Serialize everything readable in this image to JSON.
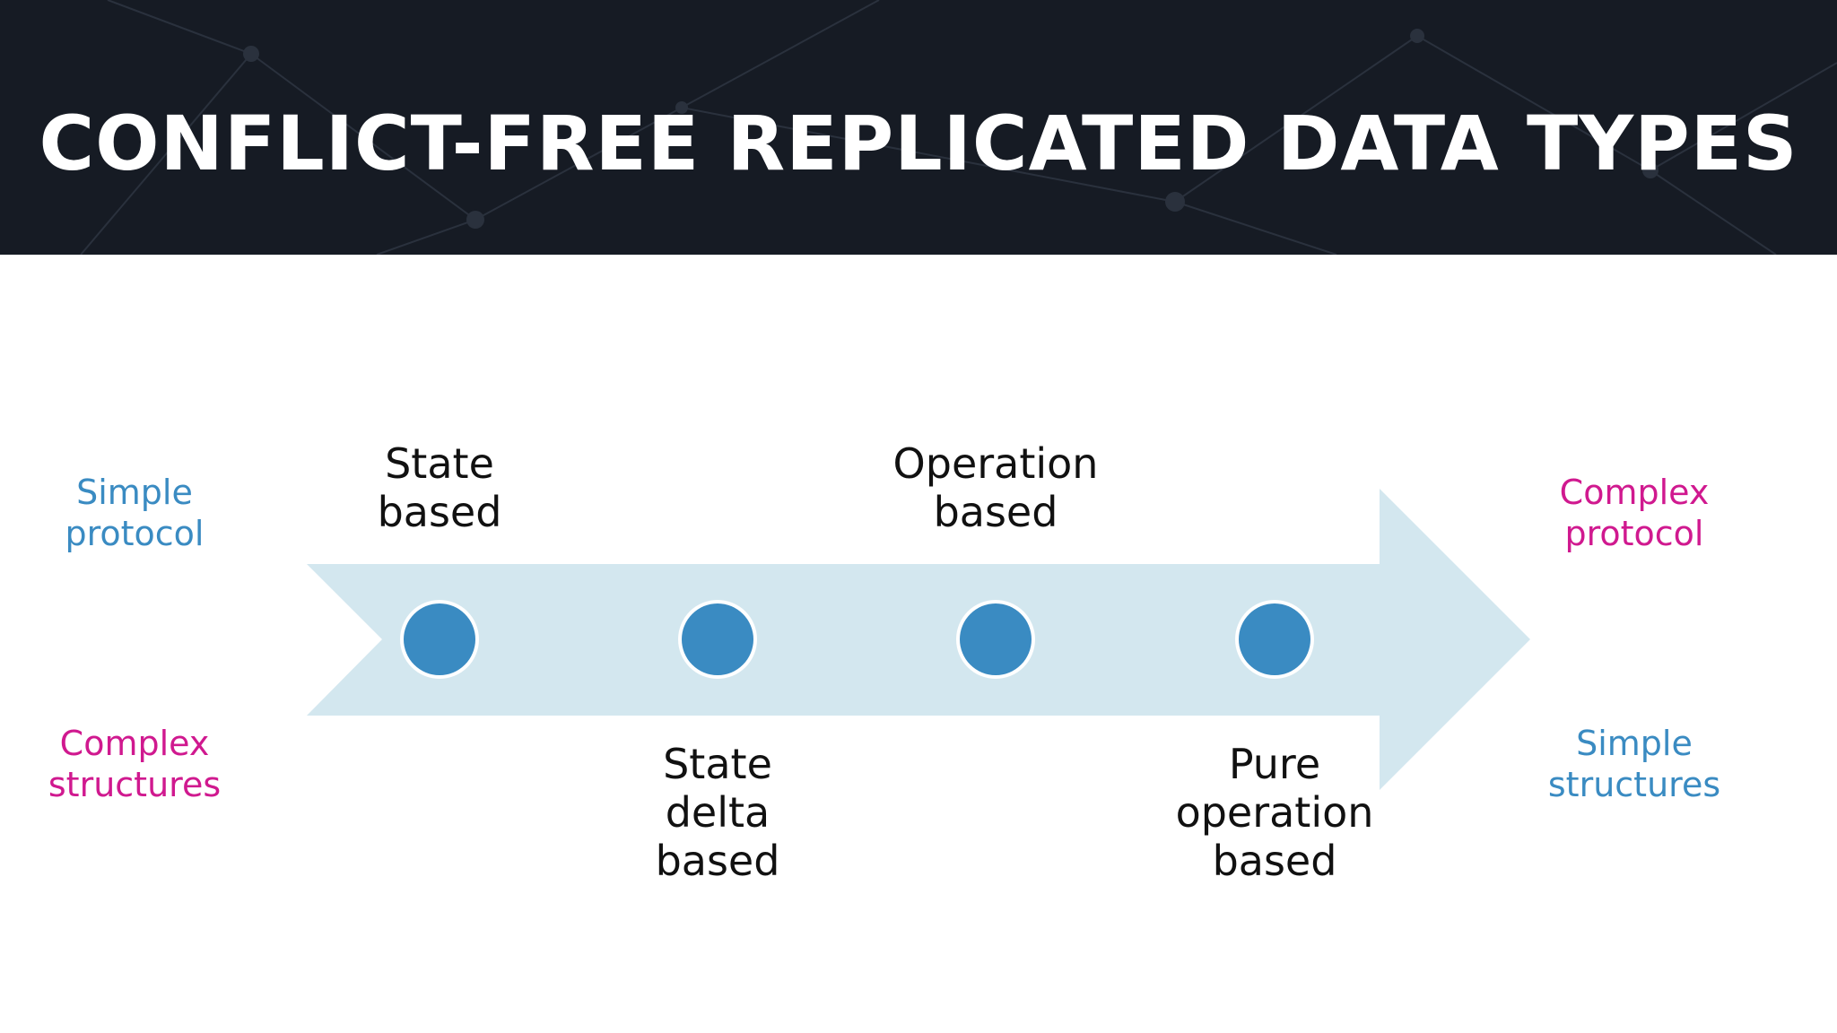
{
  "title": "CONFLICT-FREE REPLICATED DATA TYPES",
  "colors": {
    "header_bg": "#161b24",
    "arrow_fill": "#d3e7ef",
    "node_fill": "#3a8bc2",
    "blue_text": "#3a8bc2",
    "magenta_text": "#d0198f"
  },
  "left_labels": {
    "top": [
      "Simple",
      "protocol"
    ],
    "bottom": [
      "Complex",
      "structures"
    ]
  },
  "right_labels": {
    "top": [
      "Complex",
      "protocol"
    ],
    "bottom": [
      "Simple",
      "structures"
    ]
  },
  "stages": [
    {
      "lines": [
        "State",
        "based"
      ]
    },
    {
      "lines": [
        "State",
        "delta",
        "based"
      ]
    },
    {
      "lines": [
        "Operation",
        "based"
      ]
    },
    {
      "lines": [
        "Pure",
        "operation",
        "based"
      ]
    }
  ]
}
